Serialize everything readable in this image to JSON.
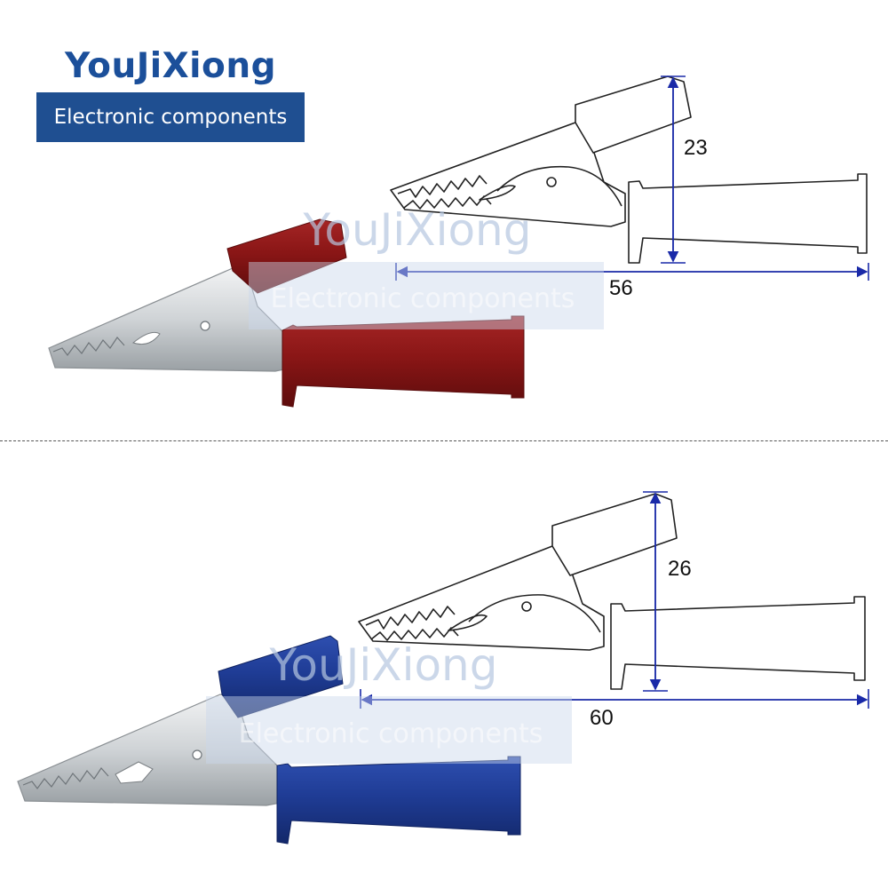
{
  "brand": {
    "name": "YouJiXiong",
    "tagline": "Electronic components"
  },
  "watermark": {
    "name": "YouJiXiong",
    "tagline": "Electronic components"
  },
  "panels": [
    {
      "id": "red-clip",
      "clip_color": "red",
      "height_dim": "23",
      "length_dim": "56"
    },
    {
      "id": "blue-clip",
      "clip_color": "blue",
      "height_dim": "26",
      "length_dim": "60"
    }
  ],
  "colors": {
    "brand_blue": "#1f4f91",
    "red_insulator": "#8e1a1a",
    "blue_insulator": "#1f3f97",
    "dimension_line": "#1a2aa8",
    "steel": "#d9dcde"
  }
}
